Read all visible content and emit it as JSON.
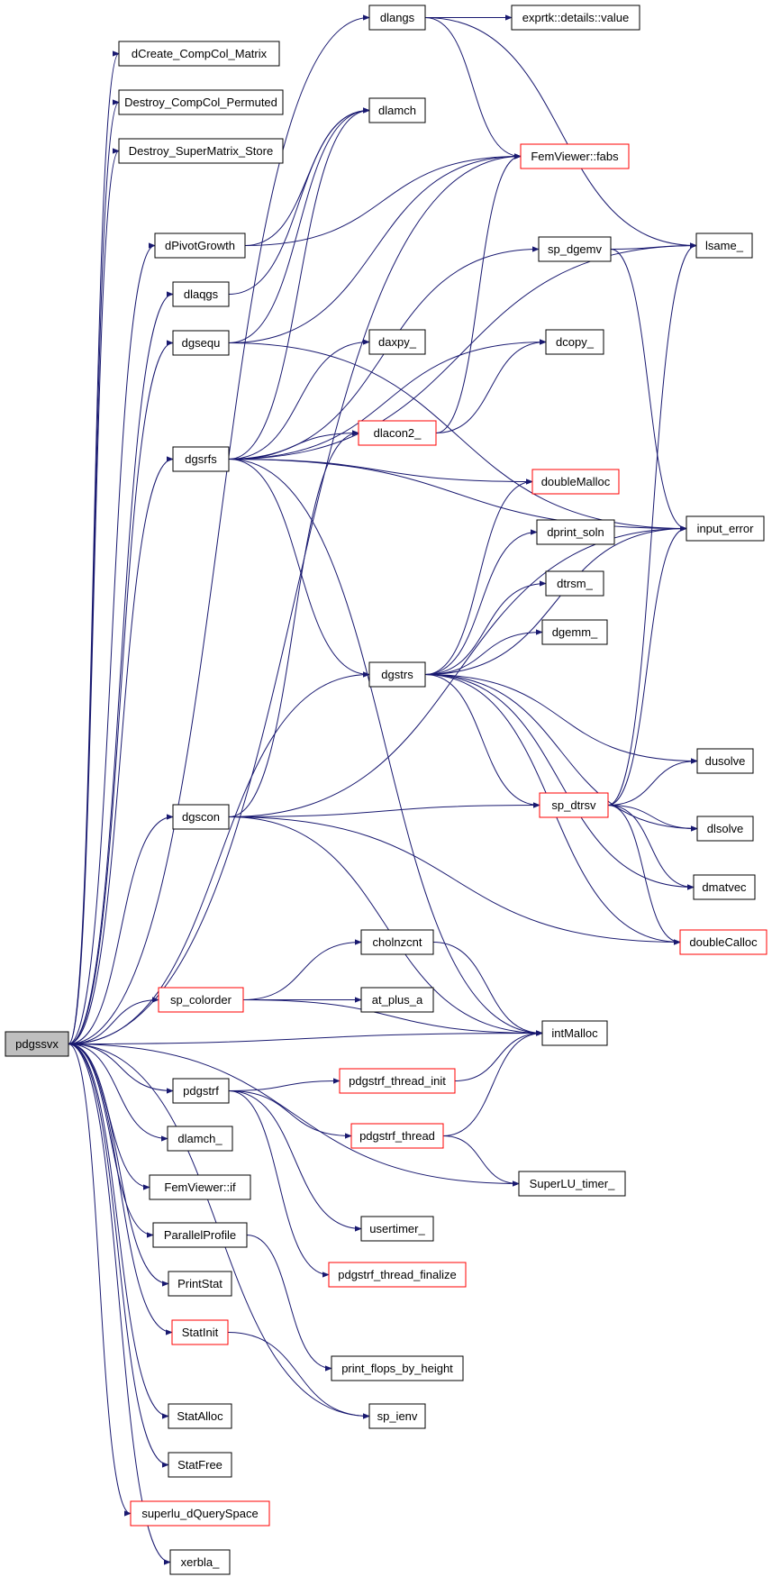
{
  "root": "pdgssvx",
  "colors": {
    "edge": "#191970",
    "border_default": "#000000",
    "border_truncated": "#ff0000",
    "root_fill": "#bfbfbf"
  },
  "nodes": [
    {
      "id": "pdgssvx",
      "label": "pdgssvx",
      "style": "root"
    },
    {
      "id": "dCreate_CompCol_Matrix",
      "label": "dCreate_CompCol_Matrix",
      "style": "normal"
    },
    {
      "id": "Destroy_CompCol_Permuted",
      "label": "Destroy_CompCol_Permuted",
      "style": "normal"
    },
    {
      "id": "Destroy_SuperMatrix_Store",
      "label": "Destroy_SuperMatrix_Store",
      "style": "normal"
    },
    {
      "id": "dPivotGrowth",
      "label": "dPivotGrowth",
      "style": "normal"
    },
    {
      "id": "dlaqgs",
      "label": "dlaqgs",
      "style": "normal"
    },
    {
      "id": "dgsequ",
      "label": "dgsequ",
      "style": "normal"
    },
    {
      "id": "dgsrfs",
      "label": "dgsrfs",
      "style": "normal"
    },
    {
      "id": "dgscon",
      "label": "dgscon",
      "style": "normal"
    },
    {
      "id": "sp_colorder",
      "label": "sp_colorder",
      "style": "truncated"
    },
    {
      "id": "pdgstrf",
      "label": "pdgstrf",
      "style": "normal"
    },
    {
      "id": "dlamch_",
      "label": "dlamch_",
      "style": "normal"
    },
    {
      "id": "FemViewer_if",
      "label": "FemViewer::if",
      "style": "normal"
    },
    {
      "id": "ParallelProfile",
      "label": "ParallelProfile",
      "style": "normal"
    },
    {
      "id": "PrintStat",
      "label": "PrintStat",
      "style": "normal"
    },
    {
      "id": "StatInit",
      "label": "StatInit",
      "style": "truncated"
    },
    {
      "id": "StatAlloc",
      "label": "StatAlloc",
      "style": "normal"
    },
    {
      "id": "StatFree",
      "label": "StatFree",
      "style": "normal"
    },
    {
      "id": "superlu_dQuerySpace",
      "label": "superlu_dQuerySpace",
      "style": "truncated"
    },
    {
      "id": "xerbla_",
      "label": "xerbla_",
      "style": "normal"
    },
    {
      "id": "dlangs",
      "label": "dlangs",
      "style": "normal"
    },
    {
      "id": "dlamch",
      "label": "dlamch",
      "style": "normal"
    },
    {
      "id": "daxpy_",
      "label": "daxpy_",
      "style": "normal"
    },
    {
      "id": "dlacon2_",
      "label": "dlacon2_",
      "style": "truncated"
    },
    {
      "id": "dgstrs",
      "label": "dgstrs",
      "style": "normal"
    },
    {
      "id": "cholnzcnt",
      "label": "cholnzcnt",
      "style": "normal"
    },
    {
      "id": "at_plus_a",
      "label": "at_plus_a",
      "style": "normal"
    },
    {
      "id": "pdgstrf_thread_init",
      "label": "pdgstrf_thread_init",
      "style": "truncated"
    },
    {
      "id": "pdgstrf_thread",
      "label": "pdgstrf_thread",
      "style": "truncated"
    },
    {
      "id": "usertimer_",
      "label": "usertimer_",
      "style": "normal"
    },
    {
      "id": "pdgstrf_thread_finalize",
      "label": "pdgstrf_thread_finalize",
      "style": "truncated"
    },
    {
      "id": "print_flops_by_height",
      "label": "print_flops_by_height",
      "style": "normal"
    },
    {
      "id": "sp_ienv",
      "label": "sp_ienv",
      "style": "normal"
    },
    {
      "id": "exprtk_value",
      "label": "exprtk::details::value",
      "style": "normal"
    },
    {
      "id": "FemViewer_fabs",
      "label": "FemViewer::fabs",
      "style": "truncated"
    },
    {
      "id": "sp_dgemv",
      "label": "sp_dgemv",
      "style": "normal"
    },
    {
      "id": "dcopy_",
      "label": "dcopy_",
      "style": "normal"
    },
    {
      "id": "doubleMalloc",
      "label": "doubleMalloc",
      "style": "truncated"
    },
    {
      "id": "dprint_soln",
      "label": "dprint_soln",
      "style": "normal"
    },
    {
      "id": "dtrsm_",
      "label": "dtrsm_",
      "style": "normal"
    },
    {
      "id": "dgemm_",
      "label": "dgemm_",
      "style": "normal"
    },
    {
      "id": "sp_dtrsv",
      "label": "sp_dtrsv",
      "style": "truncated"
    },
    {
      "id": "intMalloc",
      "label": "intMalloc",
      "style": "normal"
    },
    {
      "id": "SuperLU_timer_",
      "label": "SuperLU_timer_",
      "style": "normal"
    },
    {
      "id": "lsame_",
      "label": "lsame_",
      "style": "normal"
    },
    {
      "id": "input_error",
      "label": "input_error",
      "style": "normal"
    },
    {
      "id": "dusolve",
      "label": "dusolve",
      "style": "normal"
    },
    {
      "id": "dlsolve",
      "label": "dlsolve",
      "style": "normal"
    },
    {
      "id": "dmatvec",
      "label": "dmatvec",
      "style": "normal"
    },
    {
      "id": "doubleCalloc",
      "label": "doubleCalloc",
      "style": "truncated"
    }
  ],
  "edges": [
    [
      "pdgssvx",
      "dCreate_CompCol_Matrix"
    ],
    [
      "pdgssvx",
      "Destroy_CompCol_Permuted"
    ],
    [
      "pdgssvx",
      "Destroy_SuperMatrix_Store"
    ],
    [
      "pdgssvx",
      "dPivotGrowth"
    ],
    [
      "pdgssvx",
      "dlaqgs"
    ],
    [
      "pdgssvx",
      "dgsequ"
    ],
    [
      "pdgssvx",
      "dgsrfs"
    ],
    [
      "pdgssvx",
      "dgscon"
    ],
    [
      "pdgssvx",
      "sp_colorder"
    ],
    [
      "pdgssvx",
      "pdgstrf"
    ],
    [
      "pdgssvx",
      "dlamch_"
    ],
    [
      "pdgssvx",
      "FemViewer_if"
    ],
    [
      "pdgssvx",
      "ParallelProfile"
    ],
    [
      "pdgssvx",
      "PrintStat"
    ],
    [
      "pdgssvx",
      "StatInit"
    ],
    [
      "pdgssvx",
      "StatAlloc"
    ],
    [
      "pdgssvx",
      "StatFree"
    ],
    [
      "pdgssvx",
      "superlu_dQuerySpace"
    ],
    [
      "pdgssvx",
      "xerbla_"
    ],
    [
      "pdgssvx",
      "dlangs"
    ],
    [
      "pdgssvx",
      "FemViewer_fabs"
    ],
    [
      "pdgssvx",
      "dgstrs"
    ],
    [
      "pdgssvx",
      "intMalloc"
    ],
    [
      "pdgssvx",
      "SuperLU_timer_"
    ],
    [
      "pdgssvx",
      "sp_ienv"
    ],
    [
      "dPivotGrowth",
      "dlamch"
    ],
    [
      "dPivotGrowth",
      "FemViewer_fabs"
    ],
    [
      "dlaqgs",
      "dlamch"
    ],
    [
      "dgsequ",
      "dlamch"
    ],
    [
      "dgsequ",
      "FemViewer_fabs"
    ],
    [
      "dgsequ",
      "input_error"
    ],
    [
      "dgsrfs",
      "dlamch"
    ],
    [
      "dgsrfs",
      "lsame_"
    ],
    [
      "dgsrfs",
      "daxpy_"
    ],
    [
      "dgsrfs",
      "dlacon2_"
    ],
    [
      "dgsrfs",
      "sp_dgemv"
    ],
    [
      "dgsrfs",
      "dcopy_"
    ],
    [
      "dgsrfs",
      "doubleMalloc"
    ],
    [
      "dgsrfs",
      "input_error"
    ],
    [
      "dgsrfs",
      "dgstrs"
    ],
    [
      "dgsrfs",
      "intMalloc"
    ],
    [
      "dgscon",
      "dlacon2_"
    ],
    [
      "dgscon",
      "sp_dtrsv"
    ],
    [
      "dgscon",
      "input_error"
    ],
    [
      "dgscon",
      "intMalloc"
    ],
    [
      "dgscon",
      "doubleCalloc"
    ],
    [
      "sp_colorder",
      "cholnzcnt"
    ],
    [
      "sp_colorder",
      "at_plus_a"
    ],
    [
      "sp_colorder",
      "intMalloc"
    ],
    [
      "cholnzcnt",
      "intMalloc"
    ],
    [
      "pdgstrf",
      "pdgstrf_thread_init"
    ],
    [
      "pdgstrf",
      "pdgstrf_thread"
    ],
    [
      "pdgstrf",
      "usertimer_"
    ],
    [
      "pdgstrf",
      "pdgstrf_thread_finalize"
    ],
    [
      "pdgstrf_thread_init",
      "intMalloc"
    ],
    [
      "pdgstrf_thread",
      "intMalloc"
    ],
    [
      "pdgstrf_thread",
      "SuperLU_timer_"
    ],
    [
      "ParallelProfile",
      "print_flops_by_height"
    ],
    [
      "StatInit",
      "sp_ienv"
    ],
    [
      "dlangs",
      "exprtk_value"
    ],
    [
      "dlangs",
      "FemViewer_fabs"
    ],
    [
      "dlangs",
      "lsame_"
    ],
    [
      "dlacon2_",
      "FemViewer_fabs"
    ],
    [
      "dlacon2_",
      "dcopy_"
    ],
    [
      "sp_dgemv",
      "lsame_"
    ],
    [
      "sp_dgemv",
      "input_error"
    ],
    [
      "dgstrs",
      "doubleMalloc"
    ],
    [
      "dgstrs",
      "dprint_soln"
    ],
    [
      "dgstrs",
      "dtrsm_"
    ],
    [
      "dgstrs",
      "dgemm_"
    ],
    [
      "dgstrs",
      "input_error"
    ],
    [
      "dgstrs",
      "sp_dtrsv"
    ],
    [
      "dgstrs",
      "dusolve"
    ],
    [
      "dgstrs",
      "dlsolve"
    ],
    [
      "dgstrs",
      "dmatvec"
    ],
    [
      "dgstrs",
      "doubleCalloc"
    ],
    [
      "sp_dtrsv",
      "lsame_"
    ],
    [
      "sp_dtrsv",
      "input_error"
    ],
    [
      "sp_dtrsv",
      "dusolve"
    ],
    [
      "sp_dtrsv",
      "dlsolve"
    ],
    [
      "sp_dtrsv",
      "dmatvec"
    ],
    [
      "sp_dtrsv",
      "doubleCalloc"
    ]
  ]
}
